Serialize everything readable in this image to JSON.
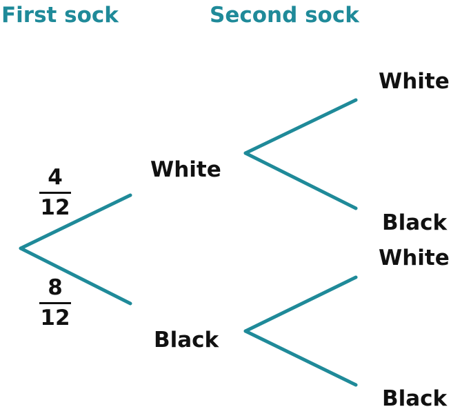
{
  "colors": {
    "accent": "#1f8a99",
    "text": "#111111"
  },
  "headers": {
    "first": "First sock",
    "second": "Second sock"
  },
  "first_stage": {
    "white_label": "White",
    "black_label": "Black",
    "white_prob": {
      "numerator": "4",
      "denominator": "12"
    },
    "black_prob": {
      "numerator": "8",
      "denominator": "12"
    }
  },
  "second_stage": {
    "white_branch": {
      "white_label": "White",
      "black_label": "Black"
    },
    "black_branch": {
      "white_label": "White",
      "black_label": "Black"
    }
  }
}
